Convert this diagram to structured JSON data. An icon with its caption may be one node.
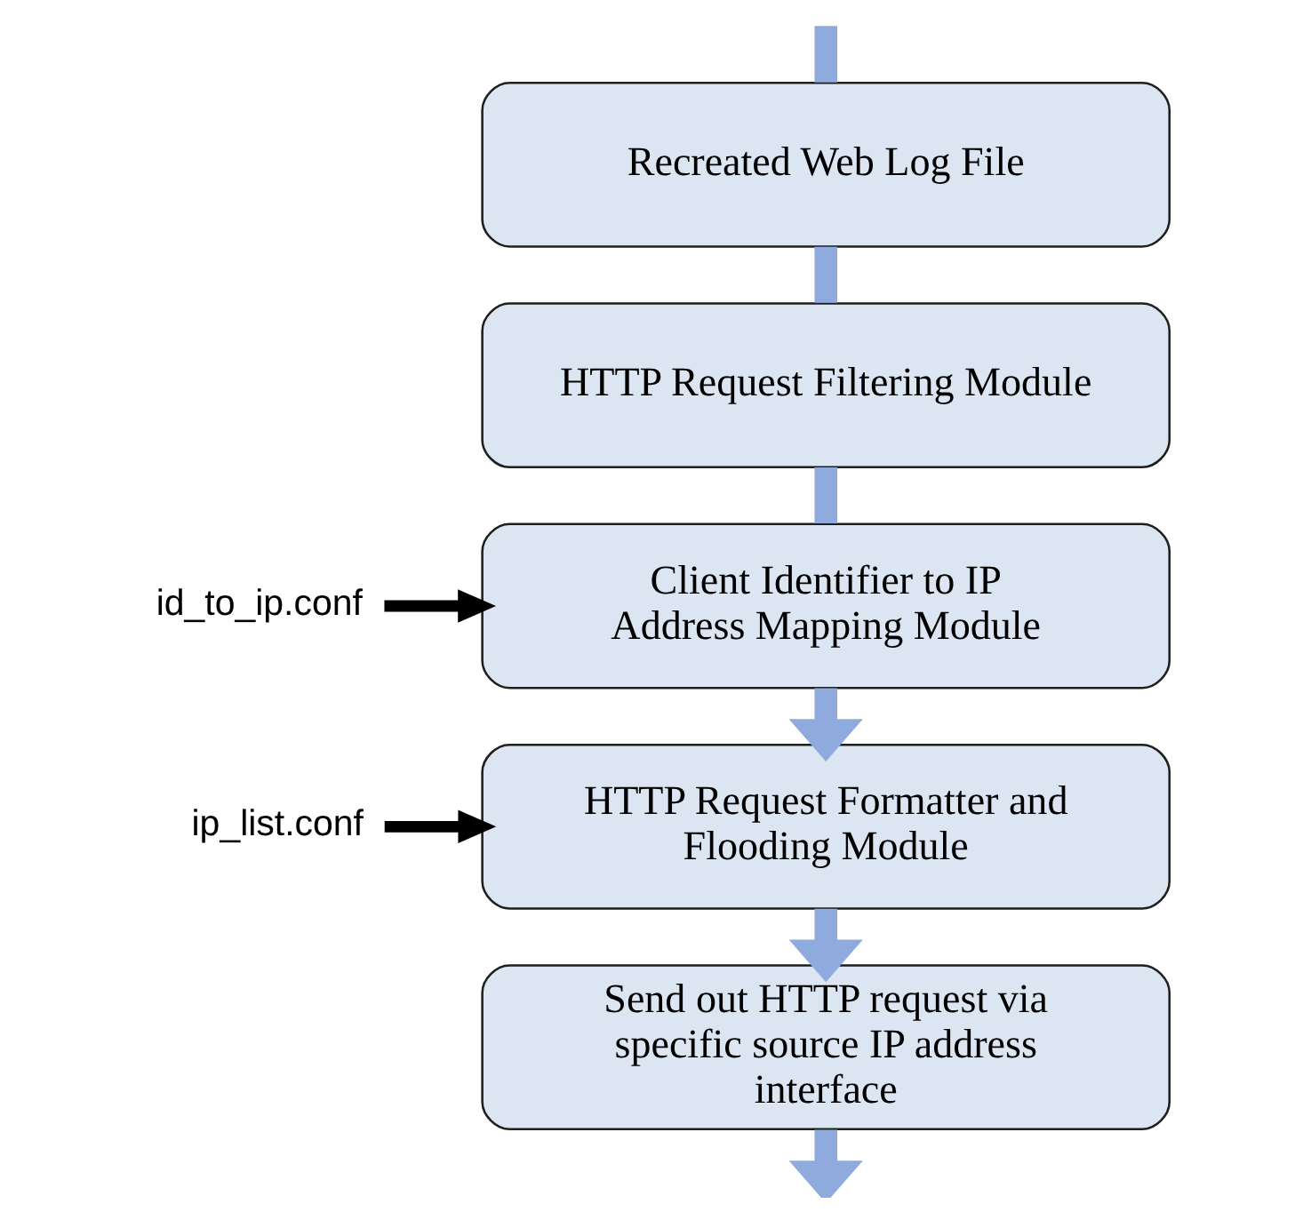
{
  "diagram": {
    "nodes": [
      {
        "text": [
          "Recreated Web Log File"
        ]
      },
      {
        "text": [
          "HTTP Request Filtering Module"
        ]
      },
      {
        "text": [
          "Client Identifier to IP Address Mapping Module"
        ]
      },
      {
        "text": [
          "HTTP Request Formatter and Flooding Module"
        ]
      },
      {
        "text": [
          "Send out HTTP request via specific source IP address interface"
        ]
      },
      {
        "text": [
          "id_to_ip.conf"
        ]
      },
      {
        "text": [
          "ip_list.conf"
        ]
      }
    ],
    "edges": [
      {
        "from": null,
        "to": 0,
        "arrow": "none"
      },
      {
        "from": 0,
        "to": 1,
        "arrow": "none"
      },
      {
        "from": 1,
        "to": 2,
        "arrow": "none"
      },
      {
        "from": 2,
        "to": 3,
        "arrow": "to"
      },
      {
        "from": 3,
        "to": 4,
        "arrow": "to"
      },
      {
        "from": 4,
        "to": null,
        "arrow": "to"
      },
      {
        "from": 5,
        "to": 2,
        "arrow": "to",
        "color": "#000000"
      },
      {
        "from": 6,
        "to": 3,
        "arrow": "to",
        "color": "#000000"
      }
    ]
  }
}
